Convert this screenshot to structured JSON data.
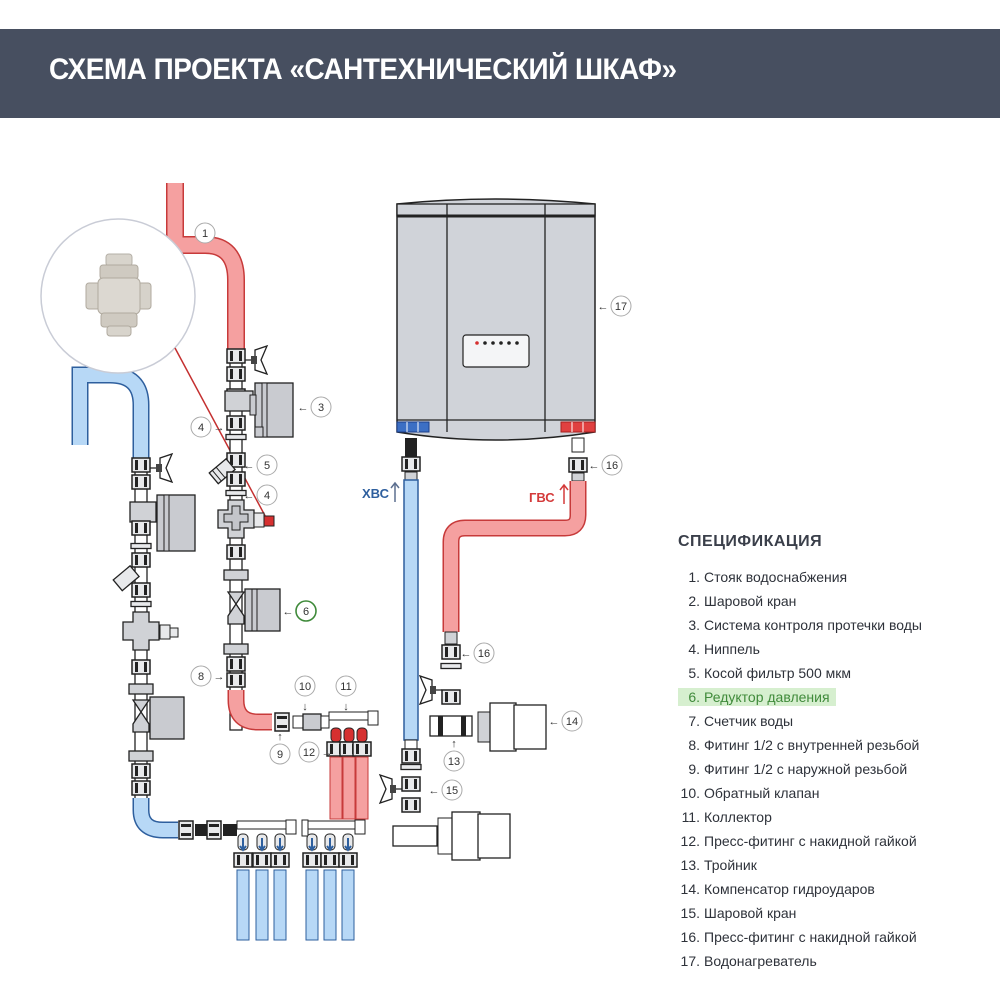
{
  "header": {
    "title": "СХЕМА ПРОЕКТА «САНТЕХНИЧЕСКИЙ ШКАФ»"
  },
  "colors": {
    "header_bg": "#474f60",
    "hot": "#f5a0a0",
    "hot_stroke": "#d43a3a",
    "cold": "#b7d8f6",
    "cold_stroke": "#2e5f9e",
    "highlight_bg": "#d6efcf",
    "highlight_text": "#3f8a3a",
    "fitting": "#d0d2d6"
  },
  "diagram": {
    "flow_labels": {
      "cold": "ХВС",
      "hot": "ГВС"
    },
    "callouts": [
      {
        "num": "1"
      },
      {
        "num": "3"
      },
      {
        "num": "4"
      },
      {
        "num": "5"
      },
      {
        "num": "4"
      },
      {
        "num": "6",
        "highlighted": true
      },
      {
        "num": "8"
      },
      {
        "num": "9"
      },
      {
        "num": "10"
      },
      {
        "num": "11"
      },
      {
        "num": "12"
      },
      {
        "num": "13"
      },
      {
        "num": "14"
      },
      {
        "num": "15"
      },
      {
        "num": "16"
      },
      {
        "num": "16"
      },
      {
        "num": "17"
      }
    ],
    "inset": {
      "subject": "pressure-reducer-photo"
    },
    "heater_indicators": {
      "total": 6,
      "active": 1
    }
  },
  "spec": {
    "title": "СПЕЦИФИКАЦИЯ",
    "items": [
      {
        "num": "1.",
        "label": "Стояк водоснабжения"
      },
      {
        "num": "2.",
        "label": "Шаровой кран"
      },
      {
        "num": "3.",
        "label": "Система контроля протечки воды"
      },
      {
        "num": "4.",
        "label": "Ниппель"
      },
      {
        "num": "5.",
        "label": "Косой фильтр 500 мкм"
      },
      {
        "num": "6.",
        "label": "Редуктор давления",
        "highlighted": true
      },
      {
        "num": "7.",
        "label": "Счетчик воды"
      },
      {
        "num": "8.",
        "label": "Фитинг 1/2 с внутренней резьбой"
      },
      {
        "num": "9.",
        "label": "Фитинг 1/2 с наружной резьбой"
      },
      {
        "num": "10.",
        "label": "Обратный клапан"
      },
      {
        "num": "11.",
        "label": "Коллектор"
      },
      {
        "num": "12.",
        "label": "Пресс-фитинг с накидной гайкой"
      },
      {
        "num": "13.",
        "label": "Тройник"
      },
      {
        "num": "14.",
        "label": "Компенсатор гидроударов"
      },
      {
        "num": "15.",
        "label": "Шаровой кран"
      },
      {
        "num": "16.",
        "label": "Пресс-фитинг с накидной гайкой"
      },
      {
        "num": "17.",
        "label": "Водонагреватель"
      }
    ]
  }
}
